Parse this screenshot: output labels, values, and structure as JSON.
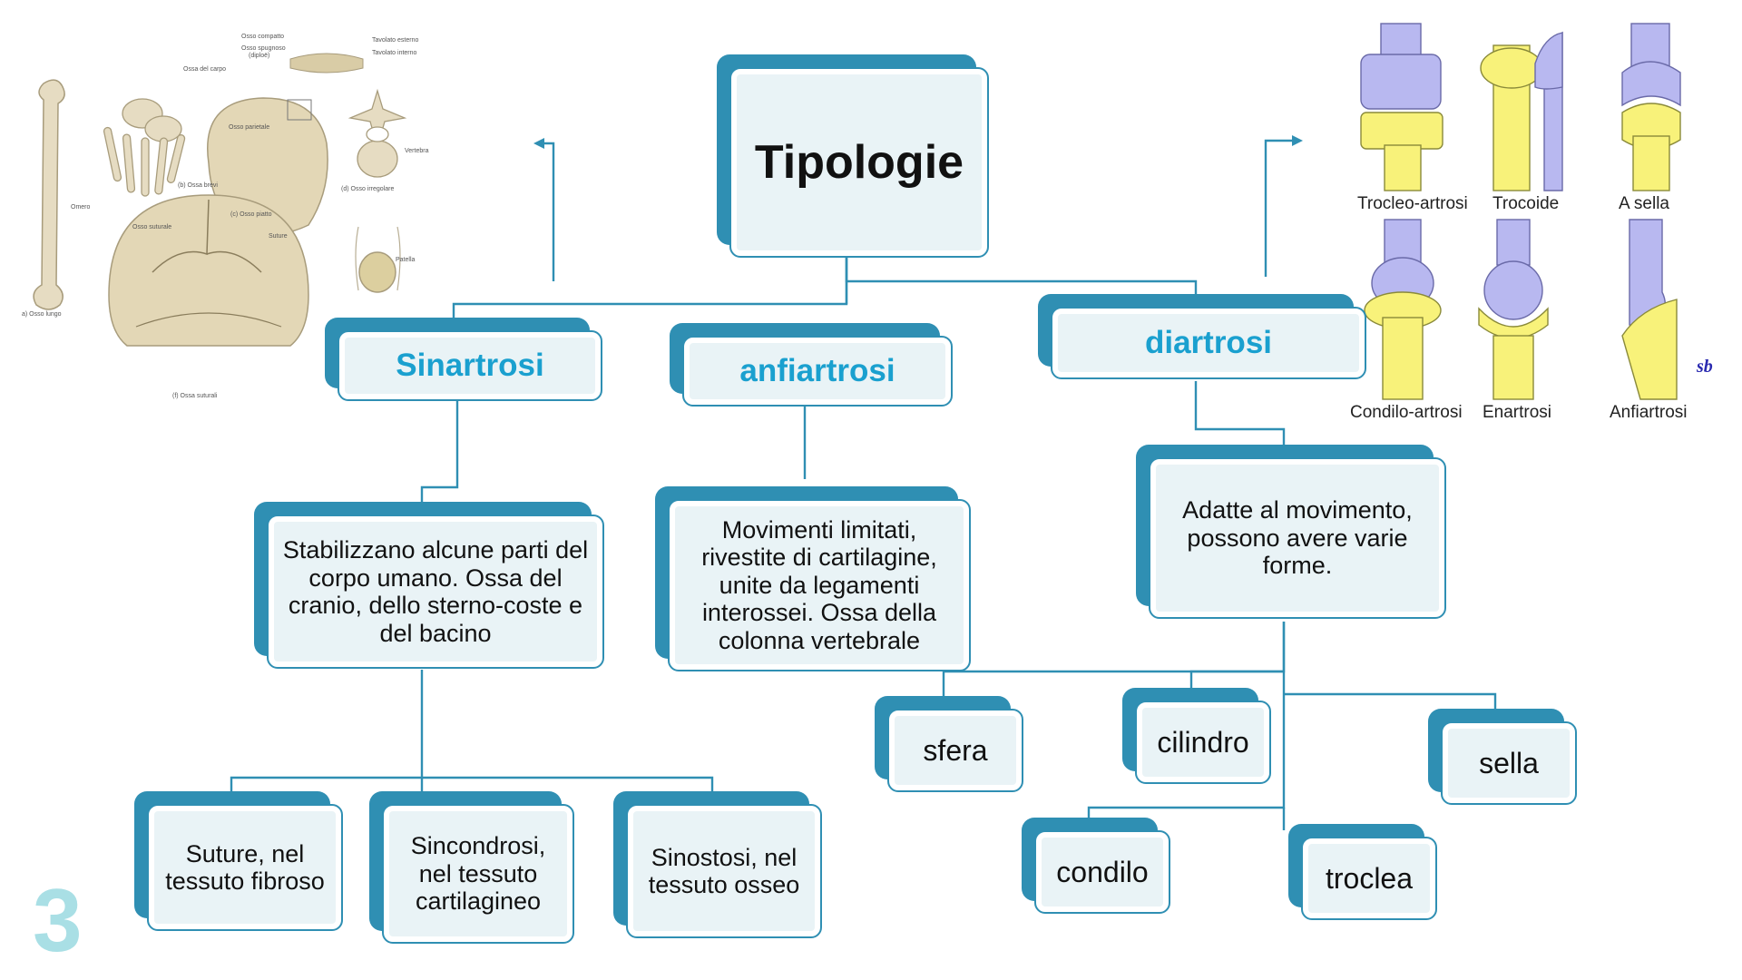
{
  "title": "Tipologie",
  "categories": {
    "sinartrosi": "Sinartrosi",
    "anfiartrosi": "anfiartrosi",
    "diartrosi": "diartrosi"
  },
  "descriptions": {
    "sinartrosi": "Stabilizzano alcune parti del corpo umano. Ossa del cranio, dello sterno-coste e del bacino",
    "anfiartrosi": "Movimenti limitati, rivestite di cartilagine, unite da legamenti interossei. Ossa della colonna vertebrale",
    "diartrosi": "Adatte al movimento, possono avere varie forme."
  },
  "sinartrosi_types": {
    "suture": "Suture, nel tessuto fibroso",
    "sincondrosi": "Sincondrosi, nel tessuto cartilagineo",
    "sinostosi": "Sinostosi, nel tessuto osseo"
  },
  "diartrosi_forms": {
    "sfera": "sfera",
    "cilindro": "cilindro",
    "sella": "sella",
    "condilo": "condilo",
    "troclea": "troclea"
  },
  "joint_labels": {
    "trocleo_artrosi": "Trocleo-artrosi",
    "trocoide": "Trocoide",
    "a_sella": "A sella",
    "condilo_artrosi": "Condilo-artrosi",
    "enartrosi": "Enartrosi",
    "anfiartrosi": "Anfiartrosi",
    "signature": "sb"
  },
  "bone_labels": {
    "osso_compatto": "Osso compatto",
    "osso_spugnoso": "Osso spugnoso",
    "diploe": "(diploë)",
    "tavolato_esterno": "Tavolato esterno",
    "tavolato_interno": "Tavolato interno",
    "ossa_carpo": "Ossa del carpo",
    "ossa_brevi": "(b) Ossa brevi",
    "osso_parietale": "Osso parietale",
    "osso_piatto": "(c) Osso piatto",
    "vertebra": "Vertebra",
    "osso_irregolare": "(d) Osso irregolare",
    "omero": "Omero",
    "osso_lungo": "a) Osso lungo",
    "osso_suturale": "Osso suturale",
    "sutura": "Suture",
    "ossa_suturali": "(f) Ossa suturali",
    "patella": "Patella"
  },
  "page_number": "3",
  "colors": {
    "accent": "#2f8fb3",
    "card": "#e9f3f6",
    "category_text": "#1aa0cf",
    "joint_purple": "#b8b8f0",
    "joint_yellow": "#f8f27a",
    "page_number": "#a9dfe5"
  }
}
